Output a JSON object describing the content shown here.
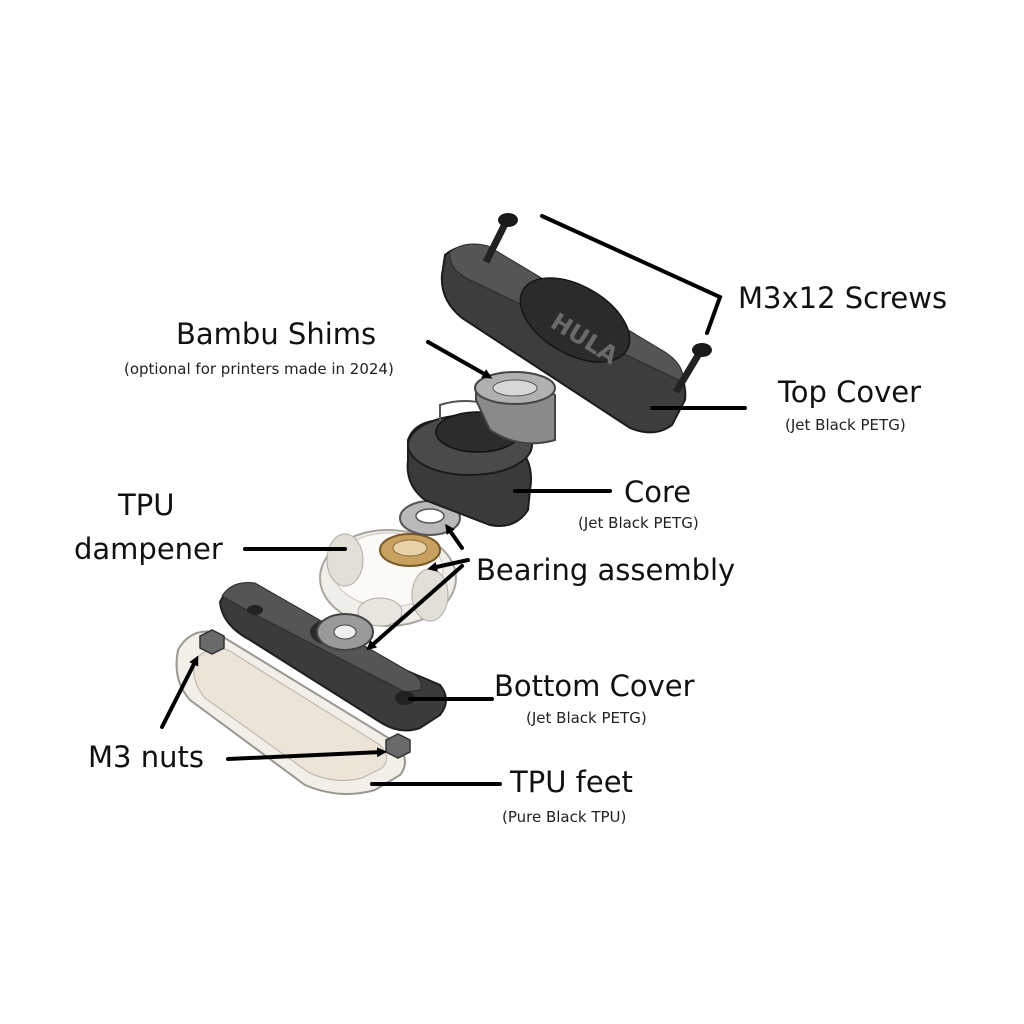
{
  "labels": {
    "screws": "M3x12 Screws",
    "shims": "Bambu Shims",
    "shims_note": "(optional for printers made in 2024)",
    "top_cover": "Top Cover",
    "top_cover_note": "(Jet Black PETG)",
    "core": "Core",
    "core_note": "(Jet Black PETG)",
    "tpu_dampener_line1": "TPU",
    "tpu_dampener_line2": "dampener",
    "bearing": "Bearing assembly",
    "bottom_cover": "Bottom Cover",
    "bottom_cover_note": "(Jet Black PETG)",
    "nuts": "M3 nuts",
    "feet": "TPU feet",
    "feet_note": "(Pure Black TPU)"
  },
  "engraving": "HULA",
  "colors": {
    "dark_part": "#3a3a3a",
    "mid_part": "#5a5a5a",
    "light_part": "#e8e4dc",
    "bronze": "#c8a060",
    "leader_line": "#000000"
  }
}
